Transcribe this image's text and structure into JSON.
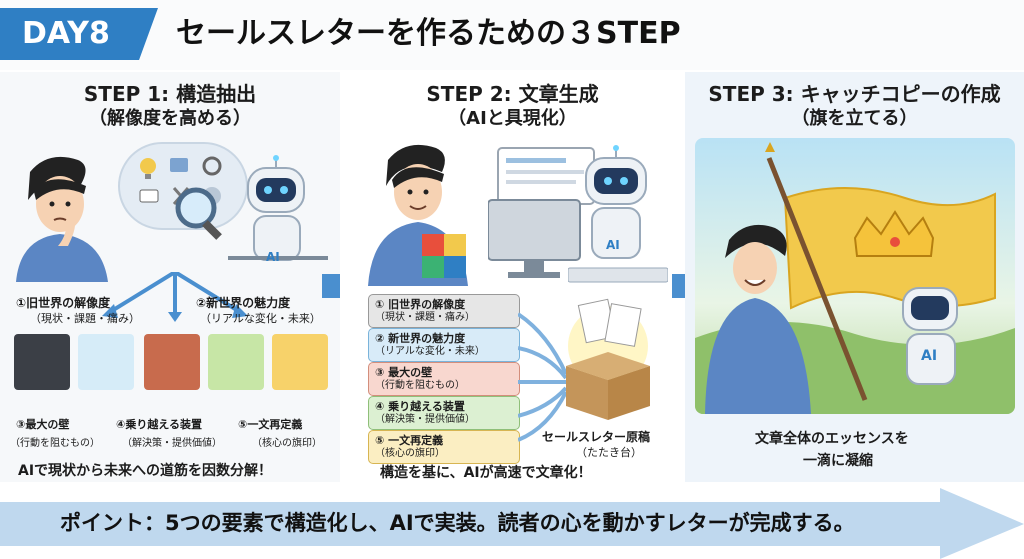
{
  "header": {
    "day_label": "DAY8",
    "title": "セールスレターを作るための３STEP"
  },
  "step1": {
    "title": "STEP 1: 構造抽出",
    "subtitle": "（解像度を高める）",
    "label1": "①旧世界の解像度",
    "label1_sub": "（現状・課題・痛み）",
    "label2": "②新世界の魅力度",
    "label2_sub": "（リアルな変化・未来）",
    "tile3": "③最大の壁",
    "tile3_sub": "（行動を阻むもの）",
    "tile4": "④乗り越える装置",
    "tile4_sub": "（解決策・提供価値）",
    "tile5": "⑤一文再定義",
    "tile5_sub": "（核心の旗印）",
    "robot_badge": "AI",
    "caption": "AIで現状から未来への道筋を因数分解！"
  },
  "step2": {
    "title": "STEP 2: 文章生成",
    "subtitle": "（AIと具現化）",
    "items": [
      {
        "main": "① 旧世界の解像度",
        "sub": "（現状・課題・痛み）"
      },
      {
        "main": "② 新世界の魅力度",
        "sub": "（リアルな変化・未来）"
      },
      {
        "main": "③ 最大の壁",
        "sub": "（行動を阻むもの）"
      },
      {
        "main": "④ 乗り越える装置",
        "sub": "（解決策・提供価値）"
      },
      {
        "main": "⑤ 一文再定義",
        "sub": "（核心の旗印）"
      }
    ],
    "box_label": "セールスレター原稿",
    "box_sub": "（たたき台）",
    "robot_badge": "AI",
    "caption": "構造を基に、AIが高速で文章化！"
  },
  "step3": {
    "title": "STEP 3: キャッチコピーの作成",
    "subtitle": "（旗を立てる）",
    "robot_badge": "AI",
    "caption_line1": "文章全体のエッセンスを",
    "caption_line2": "一滴に凝縮"
  },
  "bottom": {
    "point": "ポイント：5つの要素で構造化し、AIで実装。読者の心を動かすレターが完成する。"
  },
  "colors": {
    "accent": "#2f7fc4",
    "arrow": "#4a8fcf"
  }
}
